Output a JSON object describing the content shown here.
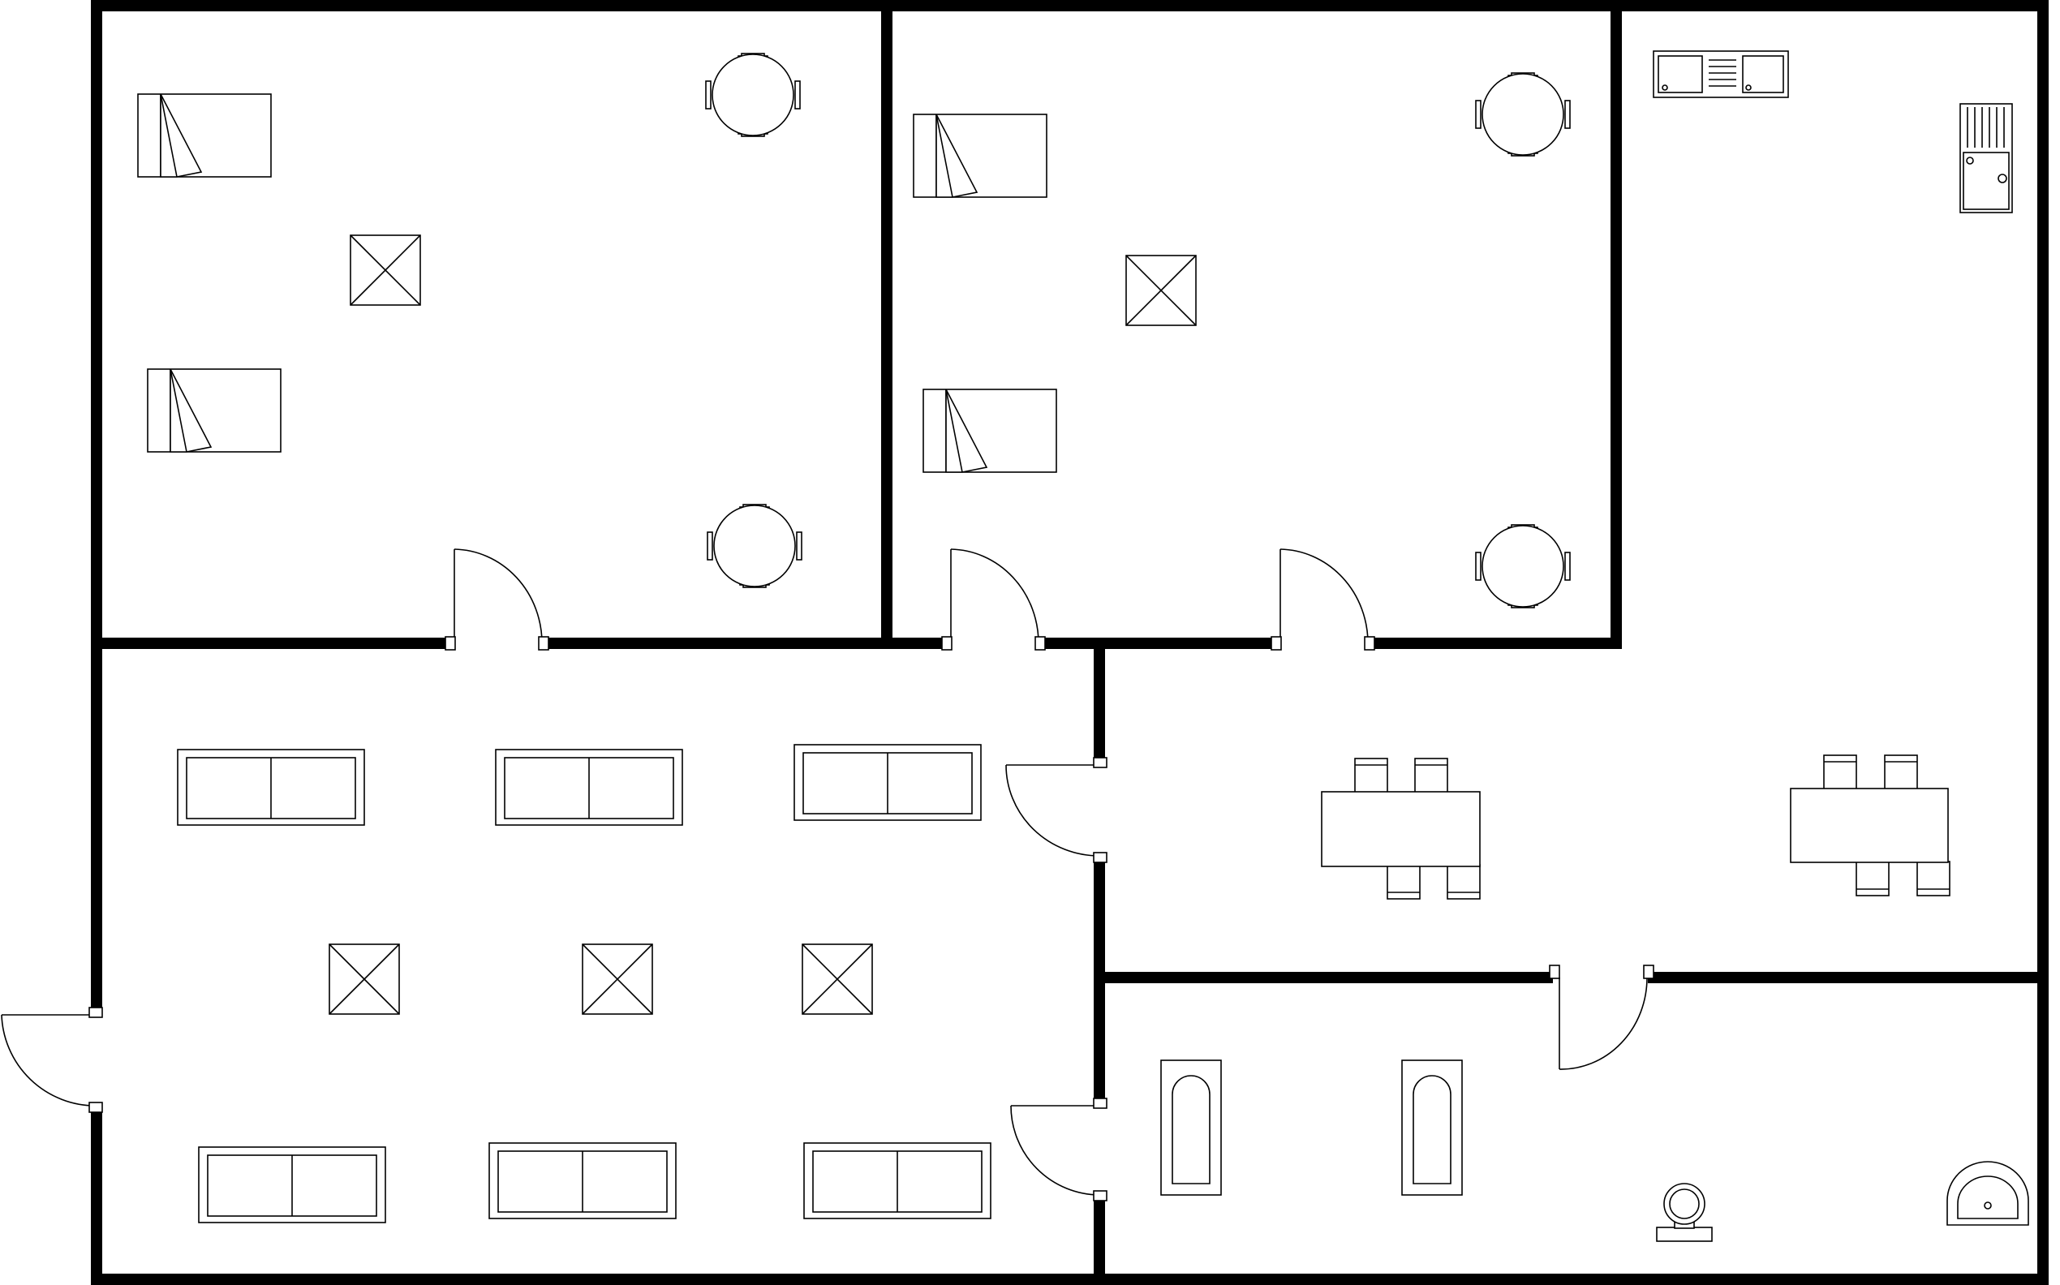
{
  "colors": {
    "wall": "#000000",
    "fill": "#ffffff",
    "line": "#000000"
  },
  "rooms": [
    "bedroom-1",
    "bedroom-2",
    "kitchen",
    "living-room",
    "dining-room",
    "bathroom"
  ],
  "icons": [
    "bed-icon",
    "round-table-icon",
    "ceiling-light-icon",
    "sofa-icon",
    "dining-table-icon",
    "bathtub-icon",
    "sink-icon",
    "stove-icon",
    "fridge-icon",
    "toilet-icon",
    "washbasin-icon",
    "door-icon"
  ]
}
